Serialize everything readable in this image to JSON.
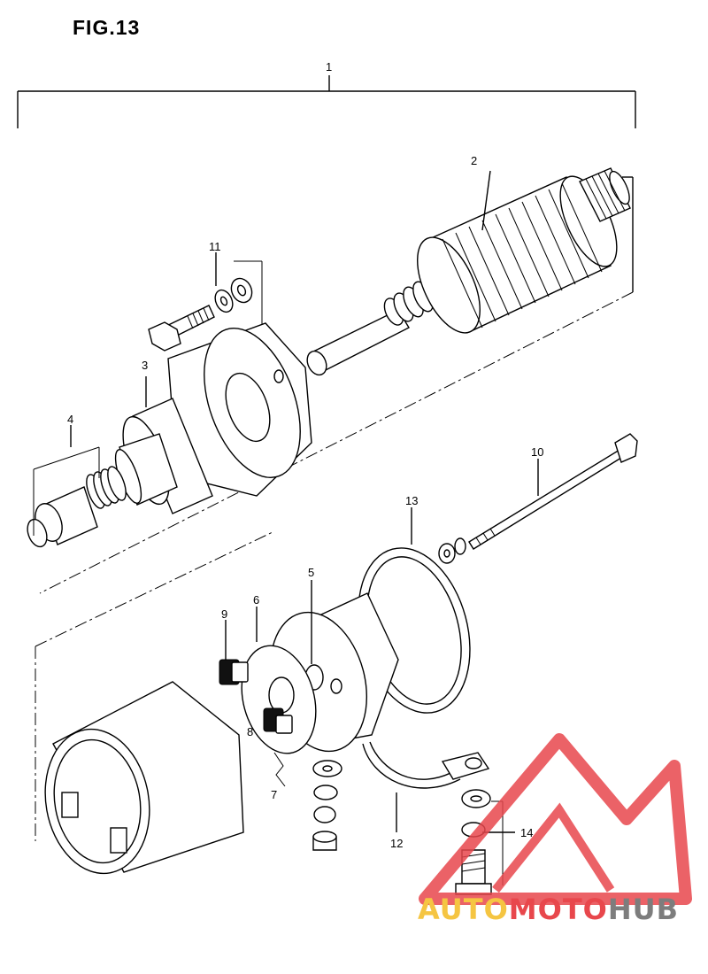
{
  "figure": {
    "title": "FIG.13"
  },
  "callouts": [
    {
      "id": "c1",
      "text": "1"
    },
    {
      "id": "c2",
      "text": "2"
    },
    {
      "id": "c3",
      "text": "3"
    },
    {
      "id": "c4",
      "text": "4"
    },
    {
      "id": "c5",
      "text": "5"
    },
    {
      "id": "c6",
      "text": "6"
    },
    {
      "id": "c7",
      "text": "7"
    },
    {
      "id": "c8",
      "text": "8"
    },
    {
      "id": "c9",
      "text": "9"
    },
    {
      "id": "c10",
      "text": "10"
    },
    {
      "id": "c11",
      "text": "11"
    },
    {
      "id": "c12",
      "text": "12"
    },
    {
      "id": "c13",
      "text": "13"
    },
    {
      "id": "c14",
      "text": "14"
    }
  ],
  "watermark": {
    "part1": "AUTO",
    "part2": "MOTO",
    "part3": "HUB",
    "colors": {
      "yellow": "#f5c542",
      "red": "#e8474c",
      "gray": "#7d7d7d"
    }
  }
}
